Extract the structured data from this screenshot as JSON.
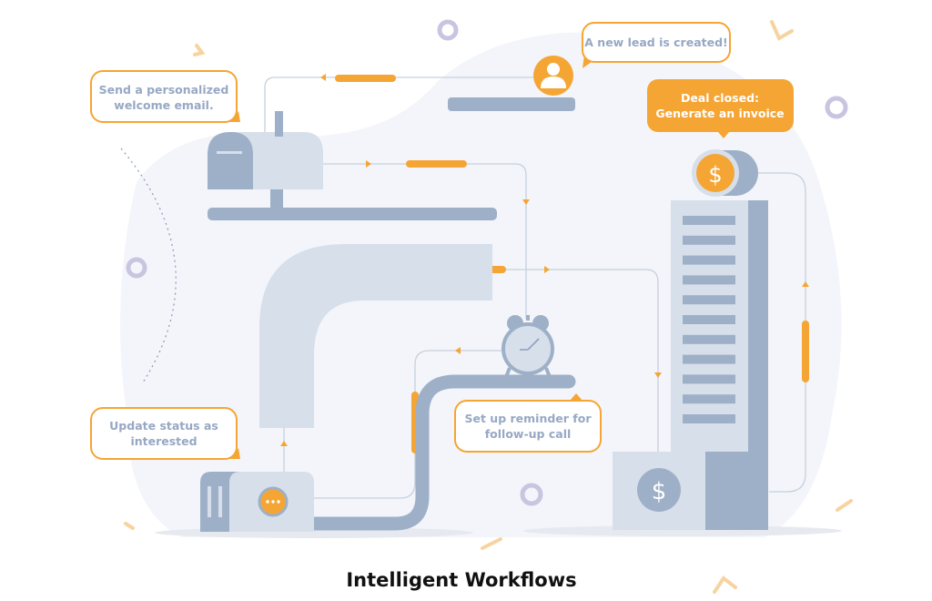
{
  "title": "Intelligent Workflows",
  "bubbles": {
    "lead": "A new lead is created!",
    "email": [
      "Send a personalized",
      "welcome email."
    ],
    "deal": [
      "Deal closed:",
      "Generate an invoice"
    ],
    "reminder": [
      "Set up reminder for",
      "follow-up call"
    ],
    "status": [
      "Update status as",
      "interested"
    ]
  },
  "symbols": {
    "dollar": "$"
  },
  "colors": {
    "accent": "#F5A533",
    "slate": "#9EB0C8",
    "light": "#D6DFEA",
    "ring": "#C9C4E0",
    "background": "#F3F5FA"
  }
}
